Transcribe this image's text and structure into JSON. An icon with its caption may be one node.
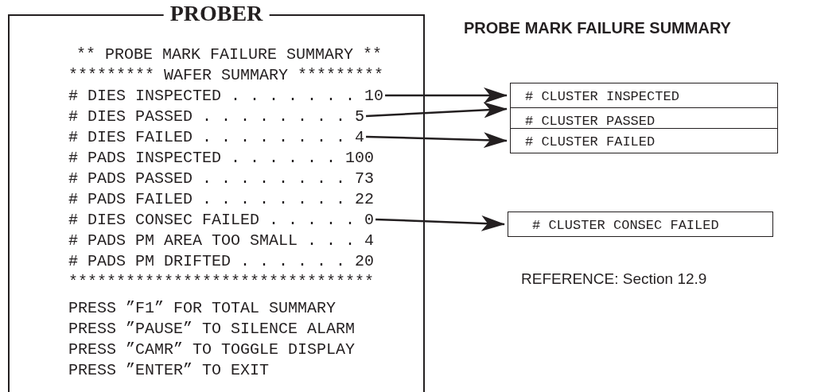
{
  "diagram": {
    "title": "PROBE MARK FAILURE SUMMARY",
    "nodes": [
      {
        "text": [
          "PROBER"
        ]
      },
      {
        "text": [
          "# DIES INSPECTED . . . . . . . 10"
        ],
        "in": 0
      },
      {
        "text": [
          "# DIES PASSED . . . . . . . . 5"
        ],
        "in": 0
      },
      {
        "text": [
          "# DIES FAILED . . . . . . . . 4"
        ],
        "in": 0
      },
      {
        "text": [
          "# DIES CONSEC FAILED . . . . . 0"
        ],
        "in": 0
      },
      {
        "text": [
          "# CLUSTER INSPECTED"
        ]
      },
      {
        "text": [
          "# CLUSTER PASSED"
        ]
      },
      {
        "text": [
          "# CLUSTER FAILED"
        ]
      },
      {
        "text": [
          "# CLUSTER CONSEC FAILED"
        ]
      }
    ],
    "edges": [
      {
        "from": 1,
        "to": 5,
        "arrow": "to"
      },
      {
        "from": 2,
        "to": 6,
        "arrow": "to"
      },
      {
        "from": 3,
        "to": 7,
        "arrow": "to"
      },
      {
        "from": 4,
        "to": 8,
        "arrow": "to"
      }
    ],
    "labels": [
      "** PROBE MARK FAILURE SUMMARY **",
      "********* WAFER SUMMARY *********",
      "# PADS INSPECTED . . . . . . 100",
      "# PADS PASSED . . . . . . . . 73",
      "# PADS FAILED . . . . . . . . 22",
      "# PADS PM AREA TOO SMALL . . . 4",
      "# PADS PM DRIFTED . . . . . . 20",
      "********************************",
      "PRESS ”F1” FOR TOTAL SUMMARY",
      "PRESS ”PAUSE” TO SILENCE ALARM",
      "PRESS ”CAMR” TO TOGGLE DISPLAY",
      "PRESS ”ENTER” TO EXIT",
      "REFERENCE: Section 12.9"
    ]
  }
}
